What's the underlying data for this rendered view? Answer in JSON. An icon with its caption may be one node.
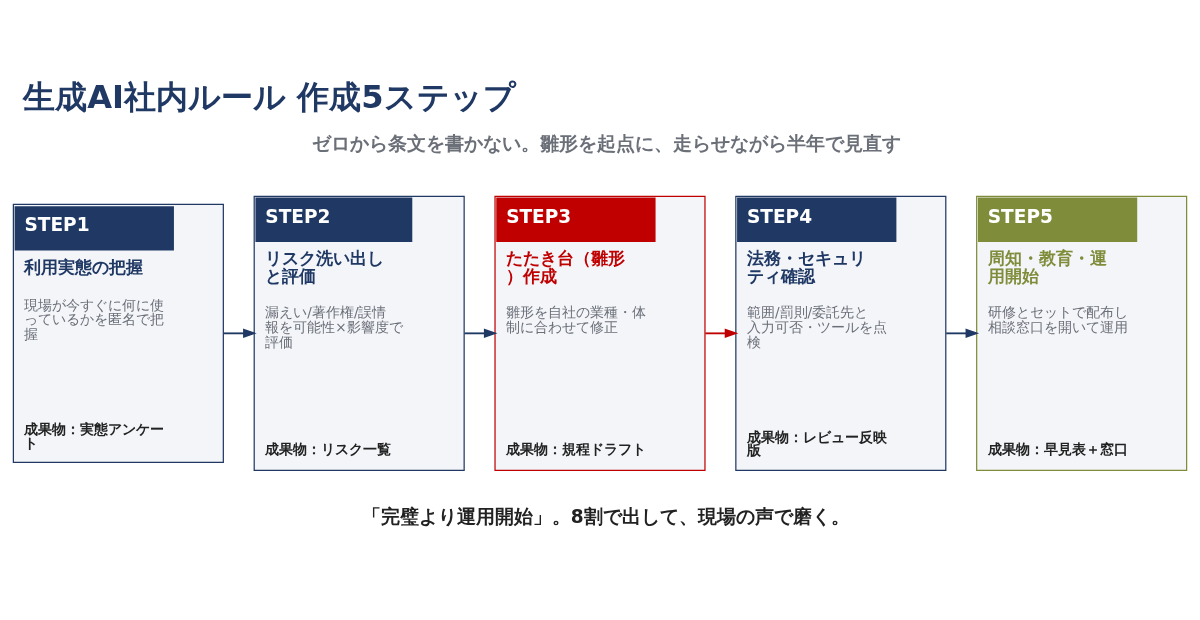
{
  "diagram": {
    "title": "生成AI社内ルール 作成5ステップ",
    "nodes": [
      {
        "text": [
          "STEP1",
          "利用実態の把握",
          "現場が今すぐに何に使っているかを匿名で把握",
          "成果物：実態アンケート"
        ]
      },
      {
        "text": [
          "STEP2",
          "リスク洗い出しと評価",
          "漏えい/著作権/誤情報を可能性×影響度で評価",
          "成果物：リスク一覧"
        ]
      },
      {
        "text": [
          "STEP3",
          "たたき台（雛形）作成",
          "雛形を自社の業種・体制に合わせて修正",
          "成果物：規程ドラフト"
        ]
      },
      {
        "text": [
          "STEP4",
          "法務・セキュリティ確認",
          "範囲/罰則/委託先と入力可否・ツールを点検",
          "成果物：レビュー反映版"
        ]
      },
      {
        "text": [
          "STEP5",
          "周知・教育・運用開始",
          "研修とセットで配布し相談窓口を開いて運用",
          "成果物：早見表＋窓口"
        ]
      }
    ],
    "edges": [
      {
        "from": 0,
        "to": 1,
        "arrow": "to"
      },
      {
        "from": 1,
        "to": 2,
        "arrow": "to"
      },
      {
        "from": 2,
        "to": 3,
        "arrow": "to",
        "color": "#c00000"
      },
      {
        "from": 3,
        "to": 4,
        "arrow": "to"
      }
    ],
    "labels": [
      "ゼロから条文を書かない。雛形を起点に、走らせながら半年で見直す",
      "「完璧より運用開始」。8割で出して、現場の声で磨く。"
    ]
  }
}
